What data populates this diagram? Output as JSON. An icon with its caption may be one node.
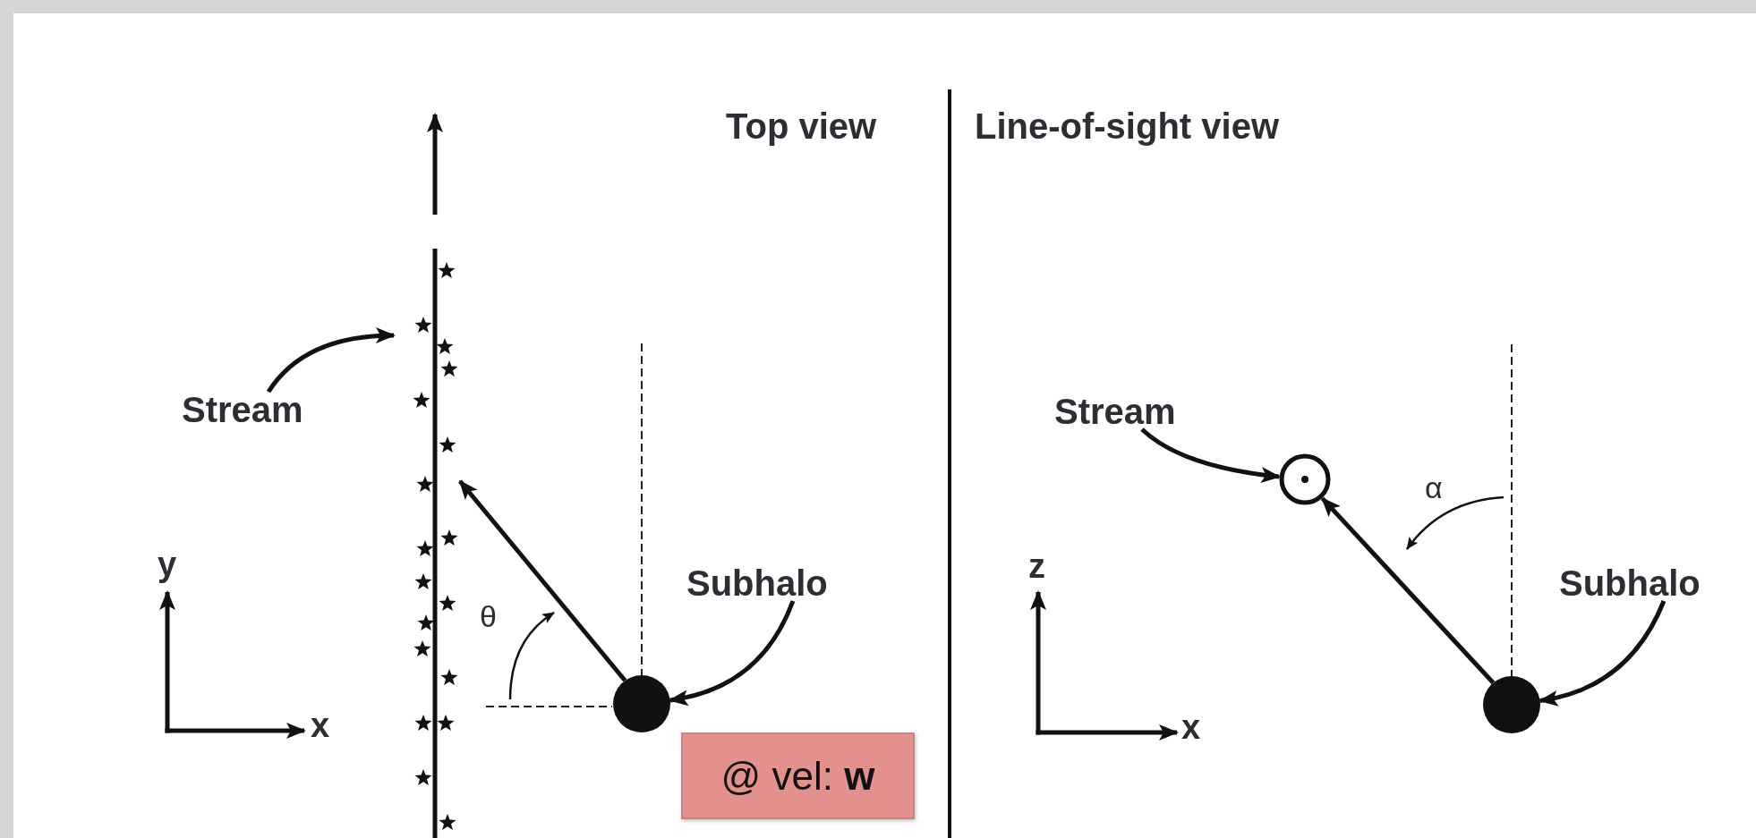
{
  "diagram": {
    "nodes": [
      {
        "text": [
          "Stream"
        ]
      },
      {
        "text": [],
        "shape": "line"
      },
      {
        "text": [
          "Subhalo"
        ]
      },
      {
        "text": [],
        "shape": "circle"
      },
      {
        "text": [
          "@ vel: **w**"
        ]
      },
      {
        "text": [
          "Stream"
        ]
      },
      {
        "text": [],
        "shape": "circle"
      },
      {
        "text": [
          "Subhalo"
        ]
      },
      {
        "text": [],
        "shape": "circle"
      }
    ],
    "edges": [
      {
        "from": 0,
        "to": 1,
        "arrow": "to"
      },
      {
        "from": 2,
        "to": 3,
        "arrow": "to"
      },
      {
        "from": 5,
        "to": 6,
        "arrow": "to"
      },
      {
        "from": 7,
        "to": 8,
        "arrow": "to"
      },
      {
        "from": 3,
        "to": 1,
        "arrow": "to"
      },
      {
        "from": 8,
        "to": 6,
        "arrow": "to"
      }
    ],
    "labels": [
      "Top view",
      "Line-of-sight view",
      "y",
      "x",
      "θ",
      "z",
      "x",
      "α"
    ]
  }
}
